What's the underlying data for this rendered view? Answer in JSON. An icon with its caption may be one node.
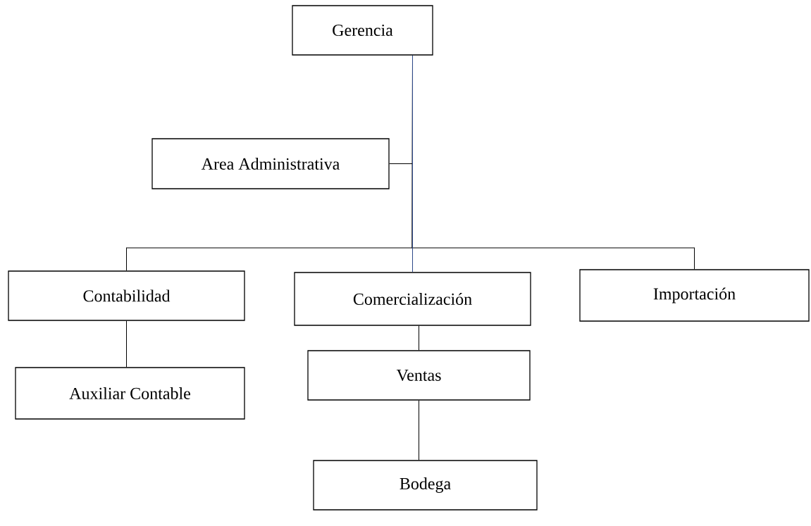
{
  "diagram": {
    "nodes": [
      {
        "text": [
          "Gerencia"
        ]
      },
      {
        "text": [
          "Area  Administrativa"
        ]
      },
      {
        "text": [
          "Contabilidad"
        ]
      },
      {
        "text": [
          "Comercialización"
        ]
      },
      {
        "text": [
          "Importación"
        ]
      },
      {
        "text": [
          "Auxiliar Contable"
        ]
      },
      {
        "text": [
          "Ventas"
        ]
      },
      {
        "text": [
          "Bodega"
        ]
      }
    ],
    "edges": [
      {
        "from": 0,
        "to": 1,
        "arrow": "none"
      },
      {
        "from": 0,
        "to": 2,
        "arrow": "none"
      },
      {
        "from": 0,
        "to": 3,
        "arrow": "none",
        "color": "#2f4a8a"
      },
      {
        "from": 0,
        "to": 4,
        "arrow": "none"
      },
      {
        "from": 2,
        "to": 5,
        "arrow": "none"
      },
      {
        "from": 3,
        "to": 6,
        "arrow": "none"
      },
      {
        "from": 6,
        "to": 7,
        "arrow": "none"
      }
    ]
  }
}
